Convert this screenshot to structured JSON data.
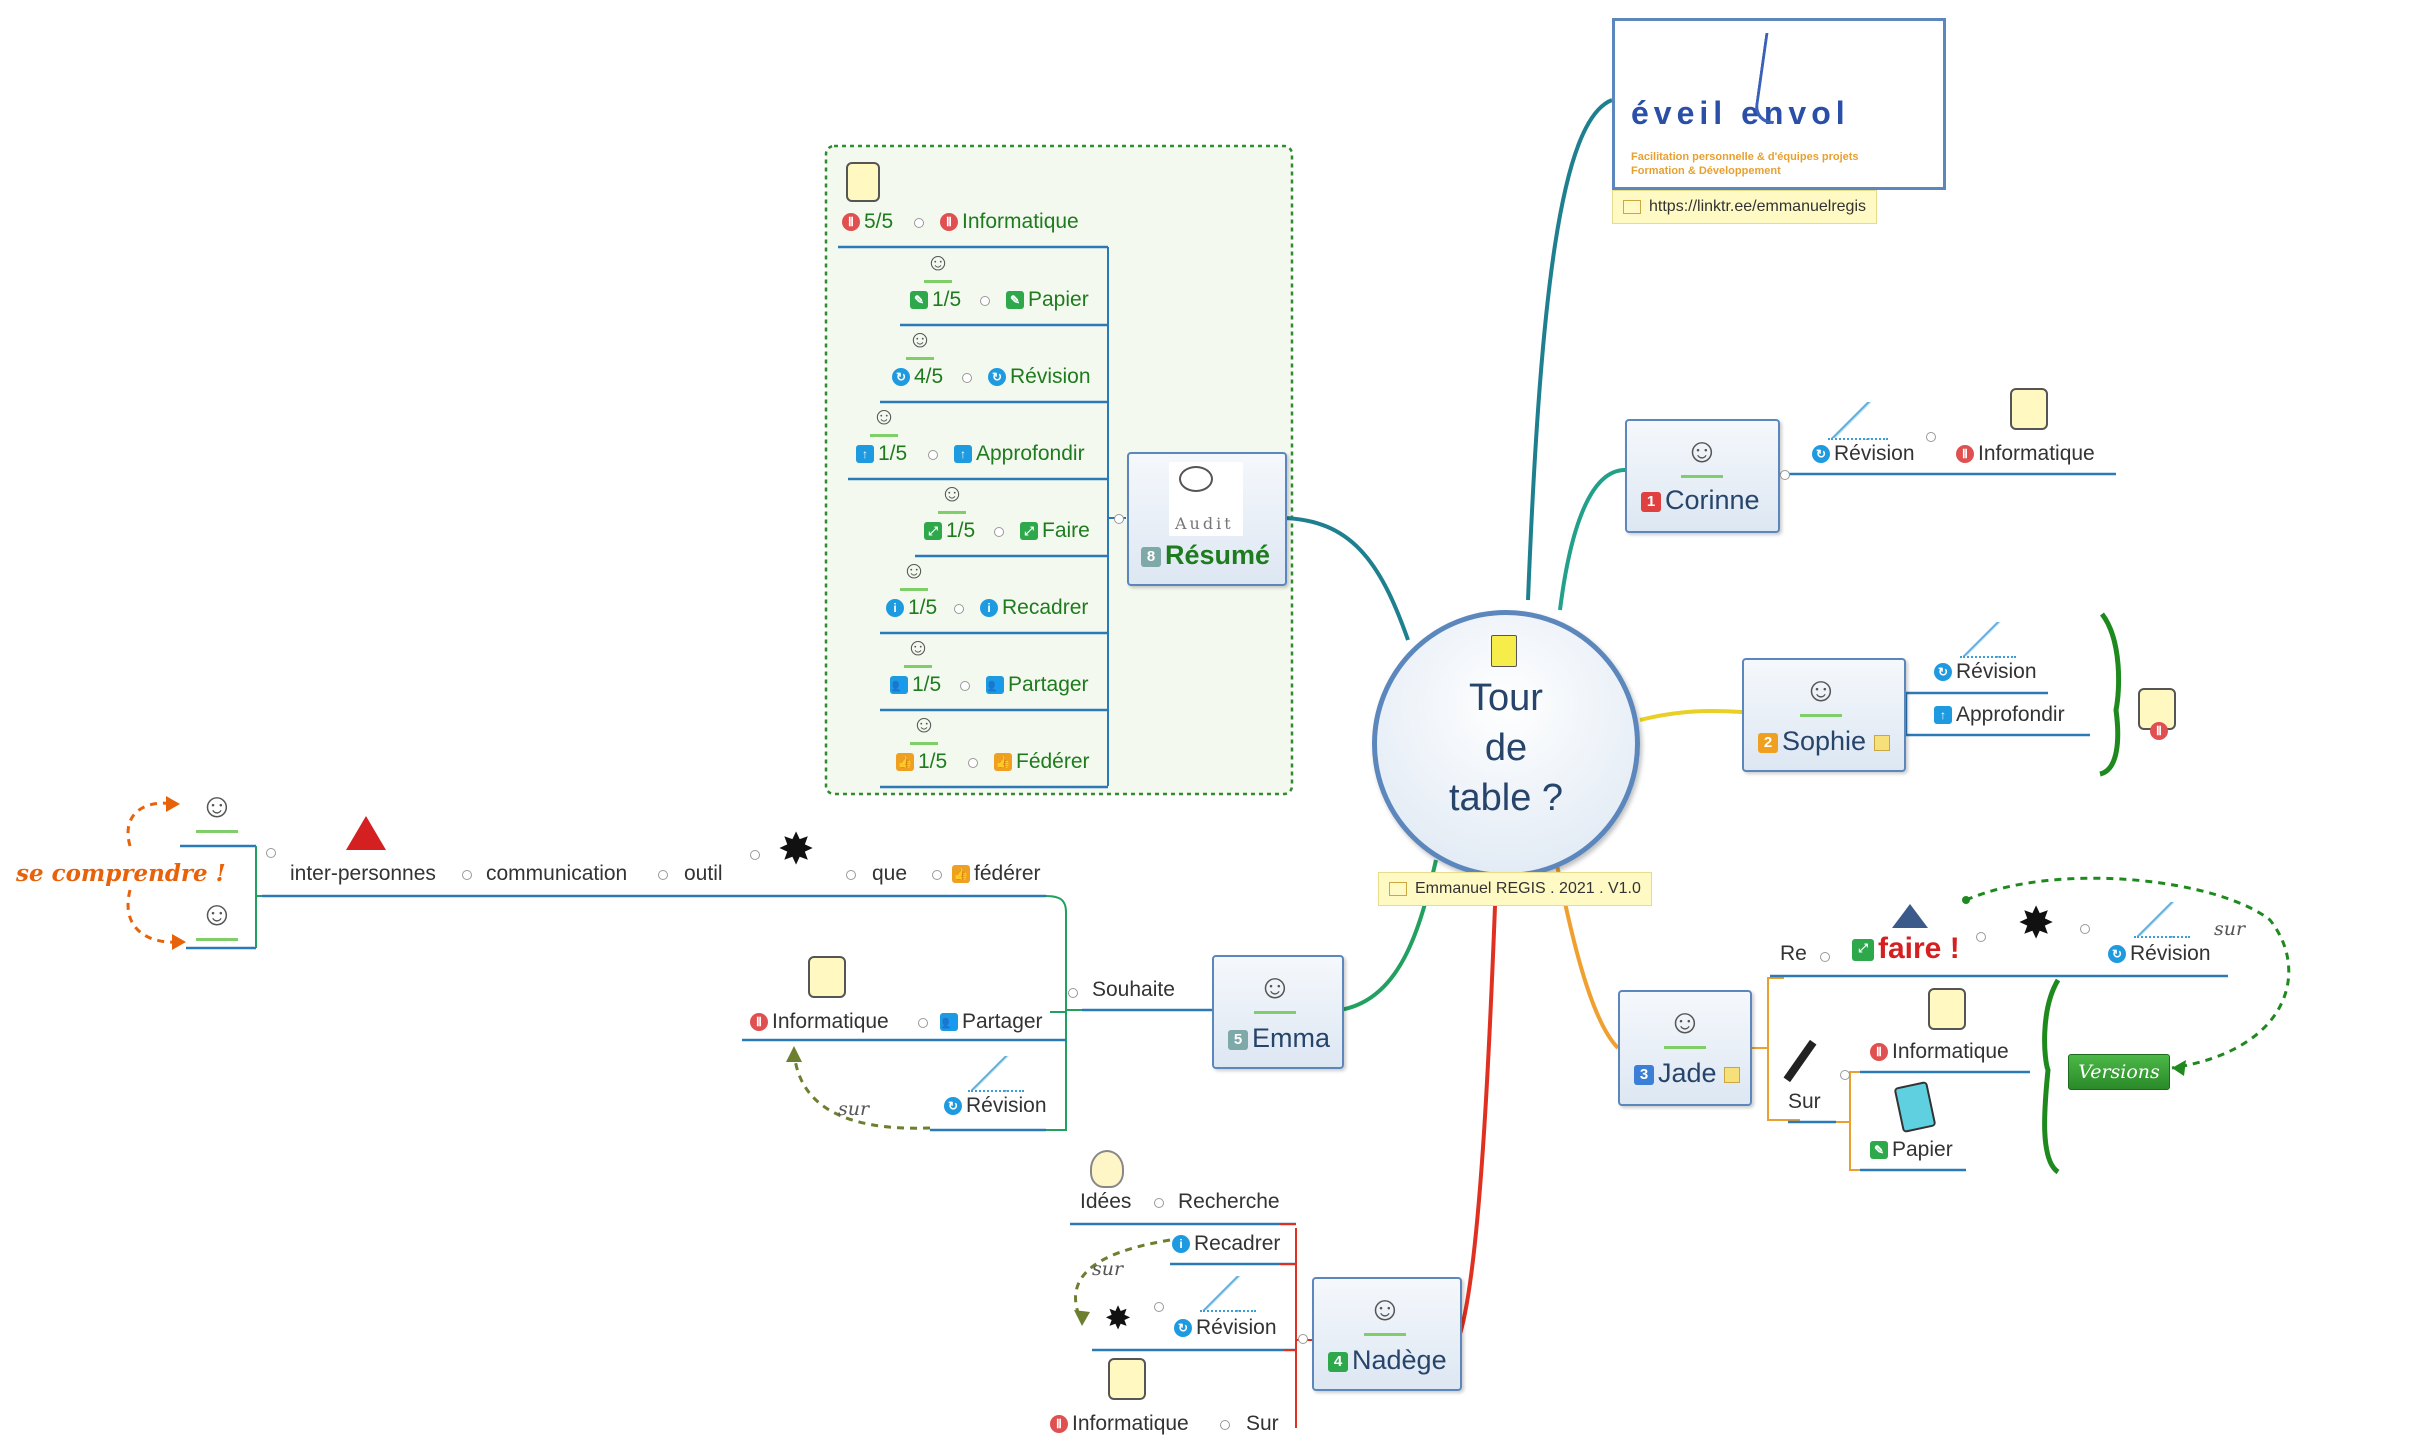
{
  "central": {
    "line1": "Tour",
    "line2": "de",
    "line3": "table ?",
    "note": "Emmanuel REGIS . 2021 . V1.0"
  },
  "logo": {
    "brand": "éveil envol",
    "tagline1": "Facilitation personnelle & d'équipes projets",
    "tagline2": "Formation & Développement",
    "link": "https://linktr.ee/emmanuelregis"
  },
  "resume": {
    "number": "8",
    "title": "Résumé",
    "image_text": "Audit",
    "rows": [
      {
        "score": "5/5",
        "label": "Informatique",
        "icon": "pause-icon",
        "color": "#e05050"
      },
      {
        "score": "1/5",
        "label": "Papier",
        "icon": "pencil-icon",
        "color": "#2da84a"
      },
      {
        "score": "4/5",
        "label": "Révision",
        "icon": "refresh-icon",
        "color": "#1e9ae0"
      },
      {
        "score": "1/5",
        "label": "Approfondir",
        "icon": "arrow-up-icon",
        "color": "#1e9ae0"
      },
      {
        "score": "1/5",
        "label": "Faire",
        "icon": "expand-icon",
        "color": "#2da84a"
      },
      {
        "score": "1/5",
        "label": "Recadrer",
        "icon": "info-icon",
        "color": "#1e9ae0"
      },
      {
        "score": "1/5",
        "label": "Partager",
        "icon": "people-icon",
        "color": "#1e9ae0"
      },
      {
        "score": "1/5",
        "label": "Fédérer",
        "icon": "thumb-icon",
        "color": "#f0a020"
      }
    ]
  },
  "corinne": {
    "number": "1",
    "name": "Corinne",
    "revision": "Révision",
    "informatique": "Informatique"
  },
  "sophie": {
    "number": "2",
    "name": "Sophie",
    "revision": "Révision",
    "approfondir": "Approfondir"
  },
  "jade": {
    "number": "3",
    "name": "Jade",
    "re": "Re",
    "faire": "faire !",
    "revision": "Révision",
    "sur_label": "sur",
    "sur": "Sur",
    "informatique": "Informatique",
    "papier": "Papier",
    "versions": "Versions"
  },
  "emma": {
    "number": "5",
    "name": "Emma",
    "souhaite": "Souhaite",
    "chain": [
      "inter-personnes",
      "communication",
      "outil",
      "que",
      "fédérer"
    ],
    "se_comprendre": "se comprendre !",
    "informatique": "Informatique",
    "partager": "Partager",
    "revision": "Révision",
    "sur_label": "sur"
  },
  "nadege": {
    "number": "4",
    "name": "Nadège",
    "idees": "Idées",
    "recherche": "Recherche",
    "recadrer": "Recadrer",
    "revision": "Révision",
    "sur_label": "sur",
    "informatique": "Informatique",
    "sur": "Sur"
  },
  "colors": {
    "topic_border": "#5b87bd",
    "green_text": "#1e7b1e",
    "red_text": "#d42020",
    "orange_text": "#e8620a"
  }
}
